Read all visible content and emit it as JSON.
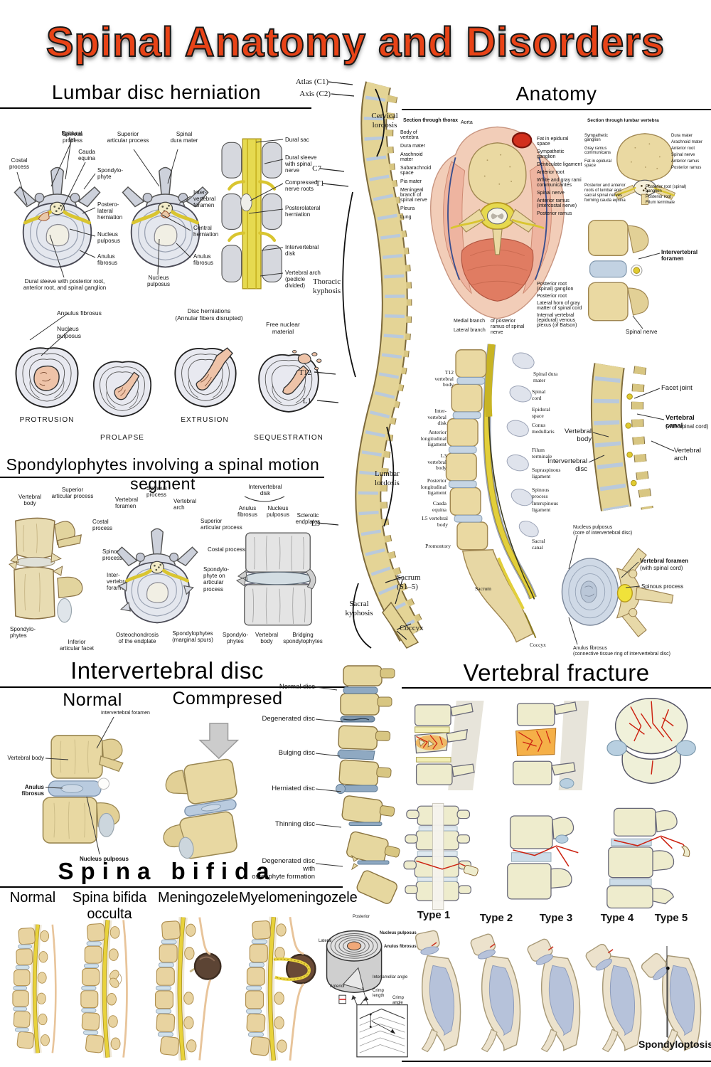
{
  "title": "Spinal Anatomy and Disorders",
  "colors": {
    "title_red": "#e84317",
    "bone_tan": "#e4d496",
    "disc_blue": "#b9c9dc",
    "nerve_yellow": "#d9c530",
    "muscle_pink": "#e07c62",
    "fracture_red": "#cc2211"
  },
  "lumbar_herniation": {
    "heading": "Lumbar disc herniation",
    "fig_posterolateral": {
      "epidural_fat": "Epidural\nfat",
      "spinous_process": "Spinous process",
      "cauda_equina": "Cauda\nequina",
      "costal_process": "Costal\nprocess",
      "spondylophyte": "Spondylo-\nphyte",
      "posterolateral_herniation": "Postero-\nlateral\nherniation",
      "nucleus_pulposus": "Nucleus\npulposus",
      "anulus_fibrosus": "Anulus\nfibrosus",
      "caption": "Dural sleeve with posterior root,\nanterior root, and spinal ganglion"
    },
    "fig_central": {
      "superior_articular_process": "Superior\narticular process",
      "spinal_dura_mater": "Spinal\ndura mater",
      "intervertebral_foramen": "Inter-\nvertebral\nforamen",
      "central_herniation": "Central\nherniation",
      "anulus_fibrosus": "Anulus\nfibrosus",
      "nucleus_pulposus": "Nucleus\npulposus"
    },
    "fig_canal": {
      "dural_sac": "Dural sac",
      "dural_sleeve": "Dural sleeve\nwith spinal nerve",
      "compressed_roots": "Compressed\nnerve roots",
      "posterolateral_herniation": "Posterolateral\nherniation",
      "intervertebral_disk": "Intervertebral\ndisk",
      "vertebral_arch": "Vertebral arch\n(pedicle divided)"
    }
  },
  "herniation_stages": {
    "annulus": "Annulus fibrosus",
    "nucleus": "Nucleus pulposus",
    "disrupted_note": "Disc herniations\n(Annular fibers disrupted)",
    "free_note": "Free nuclear\nmaterial",
    "stages": [
      "PROTRUSION",
      "PROLAPSE",
      "EXTRUSION",
      "SEQUESTRATION"
    ]
  },
  "spine": {
    "atlas": "Atlas (C1)",
    "axis": "Axis (C2)",
    "cervical": "Cervical\nlordosis",
    "c7": "C7",
    "t1": "T1",
    "thoracic": "Thoracic\nkyphosis",
    "t12": "T12",
    "l1": "L1",
    "lumbar": "Lumbar\nlordosis",
    "l5": "L5",
    "sacrum": "Sacrum\n(S1–5)",
    "sacral": "Sacral\nkyphosis",
    "coccyx": "Coccyx"
  },
  "anatomy": {
    "heading": "Anatomy",
    "thorax": {
      "title": "Section through thorax",
      "aorta": "Aorta",
      "left": [
        "Body of vertebra",
        "Dura mater",
        "Arachnoid mater",
        "Subarachnoid space",
        "Pia mater",
        "Meningeal branch of spinal nerve",
        "Pleura",
        "Lung"
      ],
      "right": [
        "Fat in epidural space",
        "Sympathetic ganglion",
        "Denticulate ligament",
        "Anterior root",
        "White and gray rami communicantes",
        "Spinal nerve",
        "Anterior ramus (intercostal nerve)",
        "Posterior ramus"
      ],
      "lower_right": [
        "Posterior root (spinal) ganglion",
        "Posterior root",
        "Lateral horn of gray matter of spinal cord",
        "Internal vertebral (epidural) venous plexus (of Batson)"
      ],
      "bottom": [
        "Medial branch",
        "Lateral branch",
        "of posterior ramus of spinal nerve"
      ]
    },
    "lumbar_section": {
      "title": "Section through lumbar vertebra",
      "left": [
        "Sympathetic ganglion",
        "Gray ramus communicans",
        "Fat in epidural space"
      ],
      "right": [
        "Dura mater",
        "Arachnoid mater",
        "Anterior root",
        "Spinal nerve",
        "Anterior ramus",
        "Posterior ramus"
      ],
      "bottom_left": "Posterior and anterior roots of lumbar and sacral spinal nerves forming cauda equina",
      "bottom_right": [
        "Posterior root (spinal) ganglion",
        "Posterior root",
        "Filum terminale"
      ]
    },
    "lateral_pair": {
      "intervertebral_foramen": "Intervertebral foramen",
      "spinal_nerve": "Spinal nerve"
    },
    "sagittal": {
      "left": [
        "T12\nvertebral\nbody",
        "Inter-\nvertebral\ndisk",
        "Anterior\nlongitudinal\nligament",
        "L3\nvertebral\nbody",
        "Posterior\nlongitudinal\nligament",
        "Cauda\nequina",
        "L5 vertebral\nbody",
        "Promontory"
      ],
      "right": [
        "Spinal dura\nmater",
        "Spinal\ncord",
        "Epidural\nspace",
        "Conus\nmedullaris",
        "Filum\nterminale",
        "Supraspinous\nligament",
        "Spinous\nprocess",
        "Interspinous\nligament",
        "Sacral\ncanal",
        "Sacrum",
        "Coccyx"
      ]
    },
    "lateral_spine": {
      "facet_joint": "Facet joint",
      "vertebral_canal": "Vertebral canal",
      "vertebral_canal_sub": "(with spinal cord)",
      "vertebral_body": "Vertebral body",
      "vertebral_arch": "Vertebral arch",
      "intervertebral_disc": "Intervertebral disc"
    },
    "axial": {
      "nucleus": "Nucleus pulposus\n(core of intervertebral disc)",
      "foramen": "Vertebral foramen",
      "foramen_sub": "(with spinal cord)",
      "spinous": "Spinous process",
      "anulus": "Anulus fibrosus\n(connective tissue ring of intervertebral disc)"
    }
  },
  "spondylophytes": {
    "heading": "Spondylophytes involving a spinal motion segment",
    "lateral": {
      "vertebral_body": "Vertebral\nbody",
      "superior_articular": "Superior\narticular process",
      "costal_process": "Costal\nprocess",
      "spinous_process": "Spinous\nprocess",
      "intervertebral_foramen": "Inter-\nvertebral\nforamen",
      "spondylophytes": "Spondylo-\nphytes",
      "inferior_articular_facet": "Inferior\narticular facet"
    },
    "axial": {
      "vertebral_foramen": "Vertebral\nforamen",
      "spinous_process": "Spinous\nprocess",
      "vertebral_arch": "Vertebral\narch",
      "superior_articular": "Superior\narticular process",
      "costal_process": "Costal process",
      "spondylophyte_on": "Spondylo-\nphyte on\narticular\nprocess",
      "osteochondrosis": "Osteochondrosis\nof the endplate",
      "marginal_spurs": "Spondylophytes\n(marginal spurs)"
    },
    "coronal": {
      "intervertebral_disk": "Intervertebral\ndisk",
      "anulus": "Anulus\nfibrosus",
      "nucleus": "Nucleus\npulposus",
      "sclerotic": "Sclerotic\nendplates",
      "spondylophytes": "Spondylo-\nphytes",
      "vertebral_body": "Vertebral\nbody",
      "bridging": "Bridging\nspondylophytes"
    }
  },
  "intervertebral_disc": {
    "heading": "Intervertebral disc",
    "normal": "Normal",
    "compressed": "Commpresed",
    "foramen": "Intervertebral foramen",
    "vertebral_body": "Vertebral body",
    "anulus": "Anulus fibrosus",
    "nucleus": "Nucleus pulposus"
  },
  "disc_types": [
    "Normal disc",
    "Degenerated disc",
    "Bulging disc",
    "Herniated disc",
    "Thinning disc",
    "Degenerated disc with\nosteophyte formation"
  ],
  "vertebral_fracture": {
    "heading": "Vertebral fracture"
  },
  "spina_bifida": {
    "heading": "Spina bifida",
    "types": [
      "Normal",
      "Spina bifida occulta",
      "Meningozele",
      "Myelomeningozele"
    ]
  },
  "disc_structure": {
    "posterior": "Posterior",
    "lateral": "Lateral",
    "anterior": "Anterior",
    "nucleus": "Nucleus pulposus",
    "anulus": "Anulus fibrosus",
    "interlamellar": "Interlamellar angle",
    "crimp_length": "Crimp\nlength",
    "crimp_angle": "Crimp\nangle"
  },
  "spondylolisthesis": {
    "types": [
      "Type 1",
      "Type 2",
      "Type 3",
      "Type 4",
      "Type 5"
    ],
    "note": "Spondyloptosis"
  }
}
